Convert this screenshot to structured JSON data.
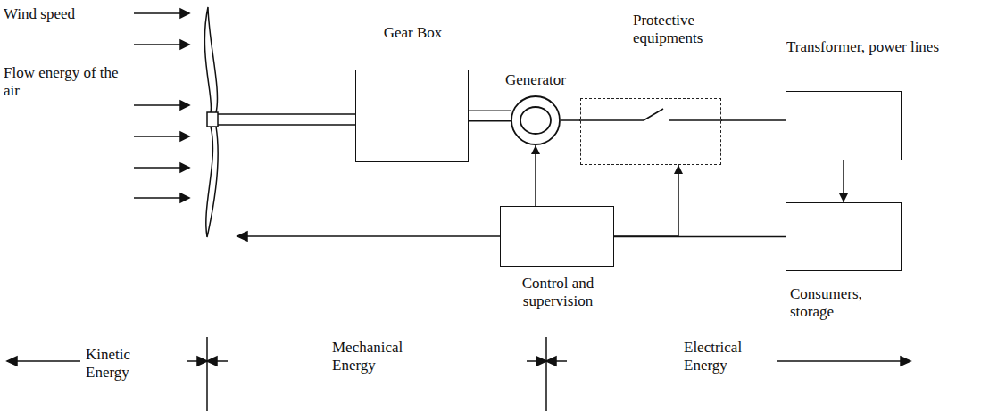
{
  "diagram": {
    "nodes": [
      {
        "text": [
          "Gear Box"
        ]
      },
      {
        "text": [
          "Generator"
        ]
      },
      {
        "text": [
          "Protective equipments"
        ]
      },
      {
        "text": [
          "Transformer, power lines"
        ]
      },
      {
        "text": [
          "Control and supervision"
        ]
      },
      {
        "text": [
          "Consumers, storage"
        ]
      }
    ],
    "edges": [
      {
        "from": 0,
        "to": 1,
        "arrow": "none"
      },
      {
        "from": 1,
        "to": 2,
        "arrow": "none"
      },
      {
        "from": 2,
        "to": 3,
        "arrow": "none"
      },
      {
        "from": 3,
        "to": 5,
        "arrow": "to"
      },
      {
        "from": 4,
        "to": 1,
        "arrow": "to"
      },
      {
        "from": 4,
        "to": 2,
        "arrow": "to"
      },
      {
        "from": 5,
        "to": 4,
        "arrow": "none"
      }
    ],
    "labels": [
      "Wind speed",
      "Flow energy of the air",
      "Kinetic Energy",
      "Mechanical Energy",
      "Electrical Energy"
    ]
  }
}
